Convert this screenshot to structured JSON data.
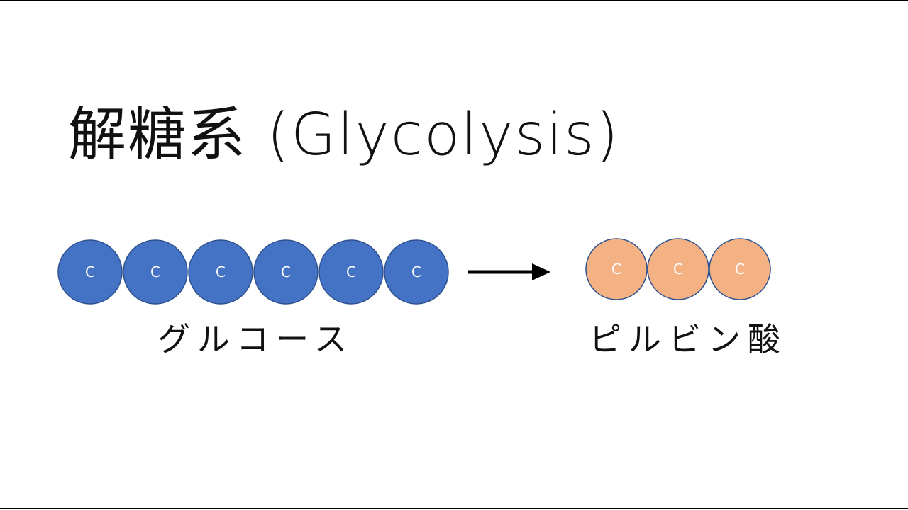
{
  "slide": {
    "title": "解糖系 (Glycolysis)"
  },
  "glucose": {
    "label": "グルコース",
    "atom_label": "C",
    "atom_count": 6,
    "atom_color": "#4472C4",
    "atom_stroke": "#2F528F"
  },
  "arrow": {
    "icon": "right-arrow-icon",
    "color": "#000000"
  },
  "pyruvate": {
    "label": "ピルビン酸",
    "atom_label": "C",
    "atom_count": 3,
    "atom_color": "#F4B183",
    "atom_stroke": "#2F528F"
  }
}
